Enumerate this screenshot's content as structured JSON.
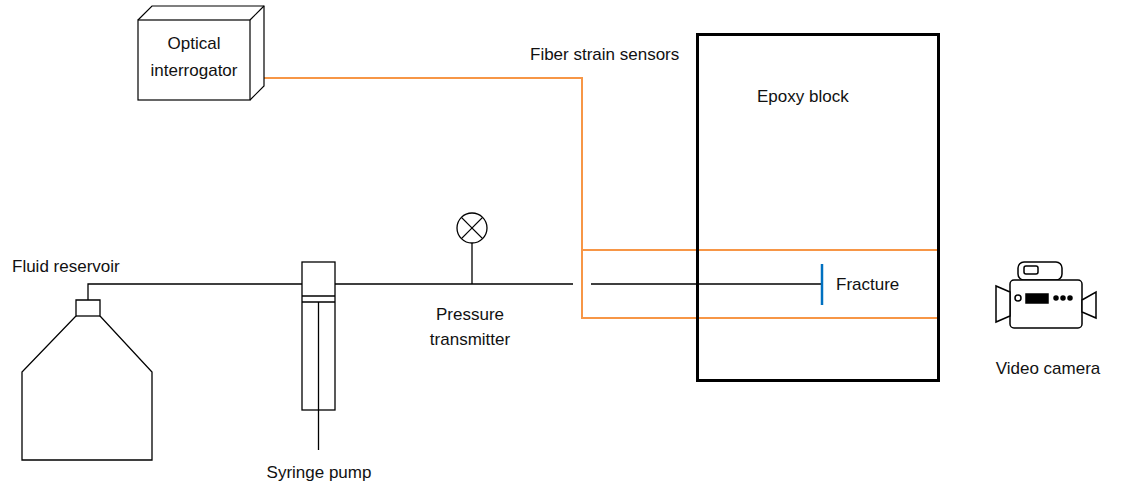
{
  "diagram": {
    "nodes": [
      {
        "text": [
          "Optical interrogator"
        ]
      },
      {
        "text": [
          "Epoxy block"
        ]
      },
      {
        "text": [
          "Fluid reservoir"
        ]
      },
      {
        "text": [
          "Syringe pump"
        ]
      }
    ],
    "edges": [
      {
        "from": 0,
        "to": 1,
        "arrow": "none",
        "label": "Fiber strain sensors"
      },
      {
        "from": 2,
        "to": 3,
        "arrow": "none"
      },
      {
        "from": 3,
        "to": 1,
        "arrow": "none"
      }
    ],
    "labels": [
      "Pressure transmitter",
      "Fracture",
      "Video camera"
    ]
  }
}
